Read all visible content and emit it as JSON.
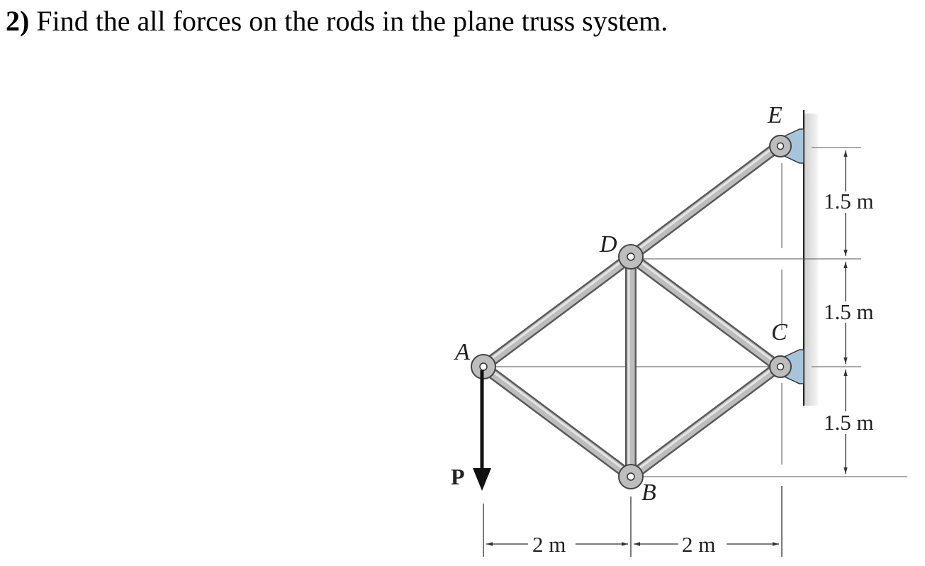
{
  "problem": {
    "number": "2)",
    "text": "Find the all forces on the rods in the plane truss system."
  },
  "nodes": {
    "A": "A",
    "B": "B",
    "C": "C",
    "D": "D",
    "E": "E"
  },
  "load": {
    "label": "P"
  },
  "dimensions": {
    "v1": "1.5 m",
    "v2": "1.5 m",
    "v3": "1.5 m",
    "h1": "2 m",
    "h2": "2 m"
  },
  "colors": {
    "rod_fill": "#b9b9b9",
    "rod_edge": "#5a5a5a",
    "support": "#a8c4da",
    "wall": "#d8d8d8"
  }
}
